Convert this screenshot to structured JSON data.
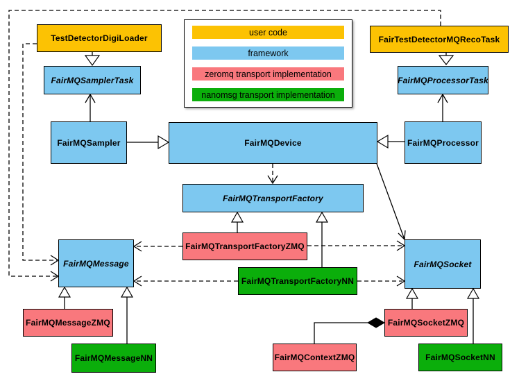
{
  "palette": {
    "user_code": "#FCC203",
    "framework": "#7DC8F0",
    "zeromq": "#F9787D",
    "nanomsg": "#0BAE0B"
  },
  "legend": {
    "items": [
      {
        "label": "user code",
        "color_key": "user_code"
      },
      {
        "label": "framework",
        "color_key": "framework"
      },
      {
        "label": "zeromq transport implementation",
        "color_key": "zeromq"
      },
      {
        "label": "nanomsg transport implementation",
        "color_key": "nanomsg"
      }
    ]
  },
  "nodes": {
    "testDetectorDigiLoader": {
      "label": "TestDetectorDigiLoader",
      "category": "user_code",
      "abstract": false
    },
    "fairTestDetectorMQRecoTask": {
      "label": "FairTestDetectorMQRecoTask",
      "category": "user_code",
      "abstract": false
    },
    "fairMQSamplerTask": {
      "label": "FairMQSamplerTask",
      "category": "framework",
      "abstract": true
    },
    "fairMQProcessorTask": {
      "label": "FairMQProcessorTask",
      "category": "framework",
      "abstract": true
    },
    "fairMQSampler": {
      "label": "FairMQSampler",
      "category": "framework",
      "abstract": false
    },
    "fairMQDevice": {
      "label": "FairMQDevice",
      "category": "framework",
      "abstract": false
    },
    "fairMQProcessor": {
      "label": "FairMQProcessor",
      "category": "framework",
      "abstract": false
    },
    "fairMQTransportFactory": {
      "label": "FairMQTransportFactory",
      "category": "framework",
      "abstract": true
    },
    "fairMQTransportFactoryZMQ": {
      "label": "FairMQTransportFactoryZMQ",
      "category": "zeromq",
      "abstract": false
    },
    "fairMQTransportFactoryNN": {
      "label": "FairMQTransportFactoryNN",
      "category": "nanomsg",
      "abstract": false
    },
    "fairMQMessage": {
      "label": "FairMQMessage",
      "category": "framework",
      "abstract": true
    },
    "fairMQSocket": {
      "label": "FairMQSocket",
      "category": "framework",
      "abstract": true
    },
    "fairMQMessageZMQ": {
      "label": "FairMQMessageZMQ",
      "category": "zeromq",
      "abstract": false
    },
    "fairMQMessageNN": {
      "label": "FairMQMessageNN",
      "category": "nanomsg",
      "abstract": false
    },
    "fairMQSocketZMQ": {
      "label": "FairMQSocketZMQ",
      "category": "zeromq",
      "abstract": false
    },
    "fairMQSocketNN": {
      "label": "FairMQSocketNN",
      "category": "nanomsg",
      "abstract": false
    },
    "fairMQContextZMQ": {
      "label": "FairMQContextZMQ",
      "category": "zeromq",
      "abstract": false
    }
  },
  "edges": [
    {
      "from": "TestDetectorDigiLoader",
      "to": "FairMQSamplerTask",
      "type": "inheritance"
    },
    {
      "from": "FairTestDetectorMQRecoTask",
      "to": "FairMQProcessorTask",
      "type": "inheritance"
    },
    {
      "from": "FairMQSampler",
      "to": "FairMQSamplerTask",
      "type": "association-arrow"
    },
    {
      "from": "FairMQProcessor",
      "to": "FairMQProcessorTask",
      "type": "association-arrow"
    },
    {
      "from": "FairMQSampler",
      "to": "FairMQDevice",
      "type": "inheritance"
    },
    {
      "from": "FairMQProcessor",
      "to": "FairMQDevice",
      "type": "inheritance"
    },
    {
      "from": "FairMQDevice",
      "to": "FairMQTransportFactory",
      "type": "dashed-dependency"
    },
    {
      "from": "FairMQDevice",
      "to": "FairMQSocket",
      "type": "association-arrow"
    },
    {
      "from": "FairMQTransportFactoryZMQ",
      "to": "FairMQTransportFactory",
      "type": "inheritance"
    },
    {
      "from": "FairMQTransportFactoryNN",
      "to": "FairMQTransportFactory",
      "type": "inheritance"
    },
    {
      "from": "FairMQTransportFactoryZMQ",
      "to": "FairMQMessage",
      "type": "dashed-dependency"
    },
    {
      "from": "FairMQTransportFactoryZMQ",
      "to": "FairMQSocket",
      "type": "dashed-dependency"
    },
    {
      "from": "FairMQTransportFactoryNN",
      "to": "FairMQMessage",
      "type": "dashed-dependency"
    },
    {
      "from": "FairMQTransportFactoryNN",
      "to": "FairMQSocket",
      "type": "dashed-dependency"
    },
    {
      "from": "TestDetectorDigiLoader",
      "to": "FairMQMessage",
      "type": "dashed-dependency"
    },
    {
      "from": "FairTestDetectorMQRecoTask",
      "to": "FairMQMessage",
      "type": "dashed-dependency"
    },
    {
      "from": "FairMQMessageZMQ",
      "to": "FairMQMessage",
      "type": "inheritance"
    },
    {
      "from": "FairMQMessageNN",
      "to": "FairMQMessage",
      "type": "inheritance"
    },
    {
      "from": "FairMQSocketZMQ",
      "to": "FairMQSocket",
      "type": "inheritance"
    },
    {
      "from": "FairMQSocketNN",
      "to": "FairMQSocket",
      "type": "inheritance"
    },
    {
      "from": "FairMQSocketZMQ",
      "to": "FairMQContextZMQ",
      "type": "composition"
    }
  ]
}
